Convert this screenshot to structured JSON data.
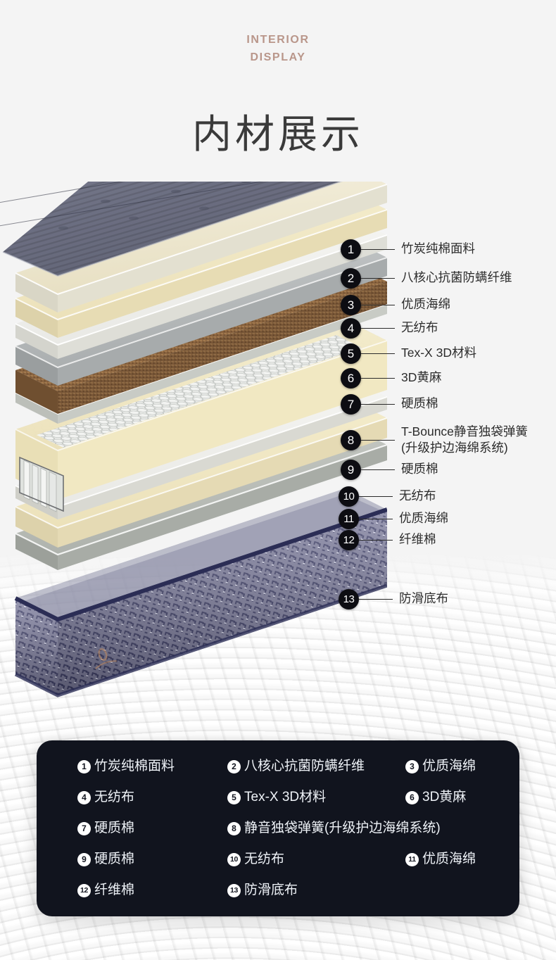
{
  "header": {
    "eyebrow_line1": "INTERIOR",
    "eyebrow_line2": "DISPLAY",
    "title": "内材展示",
    "eyebrow_color": "#b9968a",
    "title_color": "#3a3a3a"
  },
  "background": {
    "page_color": "#f4f4f4",
    "quilt_color": "#ffffff"
  },
  "callouts": [
    {
      "num": "1",
      "label": "竹炭纯棉面料"
    },
    {
      "num": "2",
      "label": "八核心抗菌防螨纤维"
    },
    {
      "num": "3",
      "label": "优质海绵"
    },
    {
      "num": "4",
      "label": "无纺布"
    },
    {
      "num": "5",
      "label": "Tex-X 3D材料"
    },
    {
      "num": "6",
      "label": "3D黄麻"
    },
    {
      "num": "7",
      "label": "硬质棉"
    },
    {
      "num": "8",
      "label": "T-Bounce静音独袋弹簧\n(升级护边海绵系统)"
    },
    {
      "num": "9",
      "label": "硬质棉"
    },
    {
      "num": "10",
      "label": "无纺布"
    },
    {
      "num": "11",
      "label": "优质海绵"
    },
    {
      "num": "12",
      "label": "纤维棉"
    },
    {
      "num": "13",
      "label": "防滑底布"
    }
  ],
  "legend": {
    "panel_color": "#11141e",
    "badge_color": "#ffffff",
    "text_color": "#eef2f7",
    "items": [
      {
        "num": "1",
        "label": "竹炭纯棉面料"
      },
      {
        "num": "2",
        "label": "八核心抗菌防螨纤维"
      },
      {
        "num": "3",
        "label": "优质海绵"
      },
      {
        "num": "4",
        "label": "无纺布"
      },
      {
        "num": "5",
        "label": "Tex-X 3D材料"
      },
      {
        "num": "6",
        "label": "3D黄麻"
      },
      {
        "num": "7",
        "label": "硬质棉"
      },
      {
        "num": "8",
        "label": "静音独袋弹簧(升级护边海绵系统)"
      },
      {
        "num": "9",
        "label": "硬质棉"
      },
      {
        "num": "10",
        "label": "无纺布"
      },
      {
        "num": "11",
        "label": "优质海绵"
      },
      {
        "num": "12",
        "label": "纤维棉"
      },
      {
        "num": "13",
        "label": "防滑底布"
      }
    ]
  },
  "layers": [
    {
      "name": "quilted-cover",
      "color": "#6d7080"
    },
    {
      "name": "fiber-layer",
      "color": "#e9e7de"
    },
    {
      "name": "foam-upper",
      "color": "#efe6c8"
    },
    {
      "name": "nonwoven-upper",
      "color": "#f2f2f0"
    },
    {
      "name": "texx-3d",
      "color": "#b9bcbd"
    },
    {
      "name": "jute-3d",
      "color": "#8a6440"
    },
    {
      "name": "hard-cotton-up",
      "color": "#d9dada"
    },
    {
      "name": "pocket-spring",
      "color": "#f2ecc9"
    },
    {
      "name": "hard-cotton-lo",
      "color": "#cfd2cd"
    },
    {
      "name": "nonwoven-lower",
      "color": "#ddddd6"
    },
    {
      "name": "foam-lower",
      "color": "#efe7c9"
    },
    {
      "name": "fiber-cotton",
      "color": "#b9bdb6"
    },
    {
      "name": "anti-slip-base",
      "color": "#6f6f8e"
    }
  ]
}
